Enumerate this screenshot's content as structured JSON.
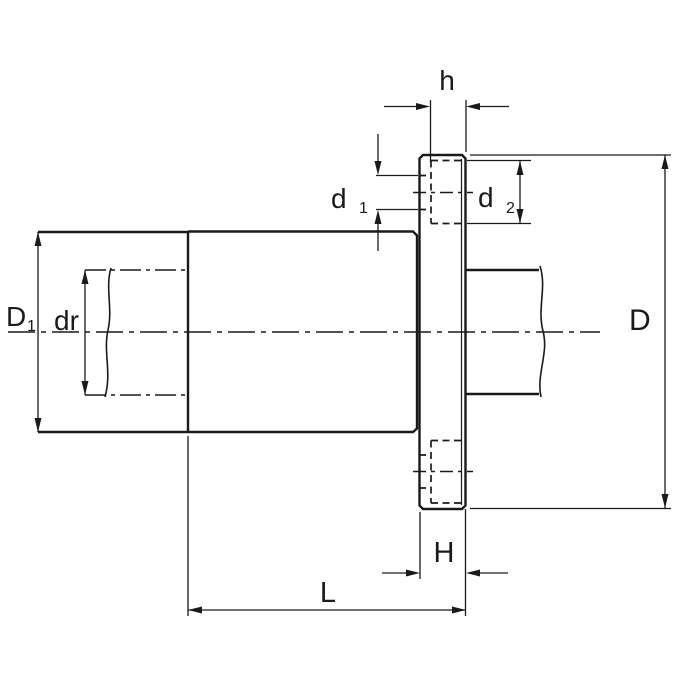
{
  "colors": {
    "line": "#1a1a1a",
    "background": "#ffffff"
  },
  "labels": {
    "h": {
      "text": "h"
    },
    "d1": {
      "text": "d",
      "subscript": "1"
    },
    "d2": {
      "text": "d",
      "subscript": "2"
    },
    "D1": {
      "text": "D",
      "subscript": "1"
    },
    "dr": {
      "text": "dr"
    },
    "D": {
      "text": "D"
    },
    "H": {
      "text": "H"
    },
    "L": {
      "text": "L"
    }
  }
}
